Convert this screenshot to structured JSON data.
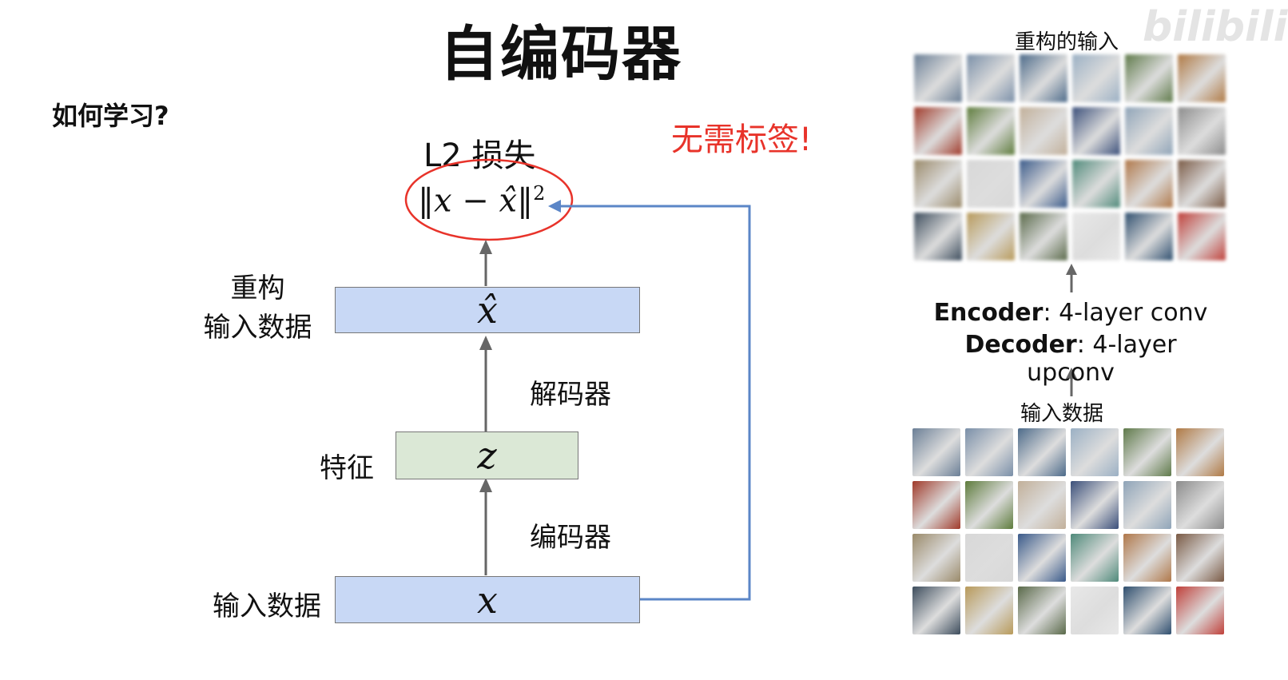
{
  "slide": {
    "title": "自编码器",
    "question": "如何学习?",
    "no_label_note": "无需标签!",
    "loss_title": "L2 损失",
    "loss_formula": {
      "lhs": "‖x − x̂‖",
      "power": "2"
    },
    "watermark": "bilibili"
  },
  "diagram": {
    "recon_label_line1": "重构",
    "recon_label_line2": "输入数据",
    "recon_var": "x̂",
    "decoder_label": "解码器",
    "feature_label": "特征",
    "feature_var": "z",
    "encoder_label": "编码器",
    "input_label": "输入数据",
    "input_var": "x"
  },
  "right_panel": {
    "top_title": "重构的输入",
    "encoder_bold": "Encoder",
    "encoder_rest": ": 4-layer conv",
    "decoder_bold": "Decoder",
    "decoder_rest": ": 4-layer upconv",
    "bottom_title": "输入数据"
  },
  "colors": {
    "accent_red": "#e8332a",
    "box_blue": "#c8d8f5",
    "box_green": "#dbe8d6",
    "arrow_gray": "#666666",
    "skip_arrow_blue": "#5b86c7"
  },
  "thumbnails": [
    [
      "#6b7f96",
      "#7a8fa8",
      "#4d6b8a",
      "#9bb0c4",
      "#5f7a4a",
      "#b07a45"
    ],
    [
      "#a03a2a",
      "#5e7c3c",
      "#c2b09a",
      "#3b4f7a",
      "#8fa4b8",
      "#8c8c8c"
    ],
    [
      "#9a8a6a",
      "#d8d8d8",
      "#3a5a8a",
      "#4f8a7a",
      "#b0784a",
      "#7a5a45"
    ],
    [
      "#3d4d5d",
      "#b89a5a",
      "#5a6a4a",
      "#e8e8e8",
      "#2f4f6f",
      "#c0403a"
    ]
  ]
}
